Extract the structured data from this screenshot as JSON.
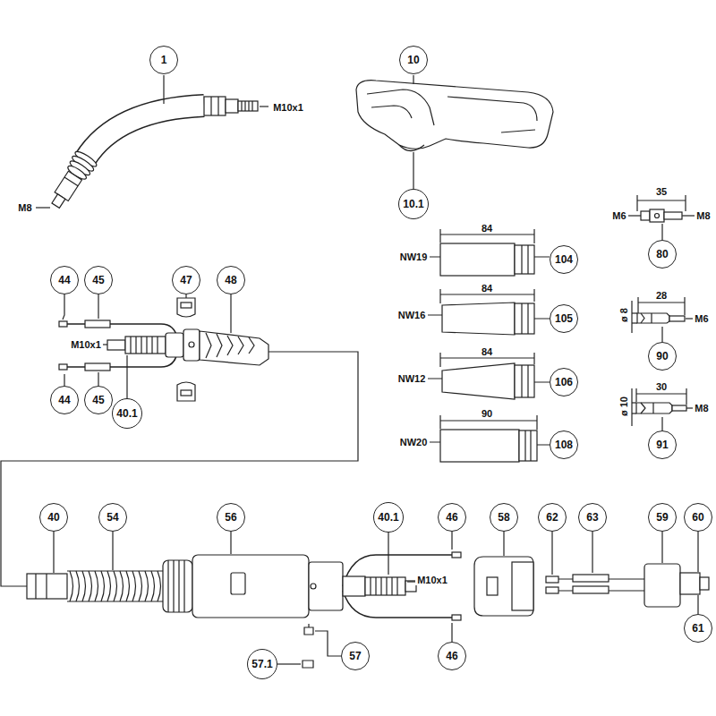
{
  "diagram": {
    "nodes": [
      {
        "text": [
          "1"
        ]
      },
      {
        "text": [
          "10"
        ]
      },
      {
        "text": [
          "10.1"
        ]
      },
      {
        "text": [
          "80"
        ]
      },
      {
        "text": [
          "104"
        ]
      },
      {
        "text": [
          "44"
        ]
      },
      {
        "text": [
          "45"
        ]
      },
      {
        "text": [
          "47"
        ]
      },
      {
        "text": [
          "48"
        ]
      },
      {
        "text": [
          "105"
        ]
      },
      {
        "text": [
          "90"
        ]
      },
      {
        "text": [
          "106"
        ]
      },
      {
        "text": [
          "44"
        ]
      },
      {
        "text": [
          "45"
        ]
      },
      {
        "text": [
          "40.1"
        ]
      },
      {
        "text": [
          "108"
        ]
      },
      {
        "text": [
          "91"
        ]
      },
      {
        "text": [
          "40"
        ]
      },
      {
        "text": [
          "54"
        ]
      },
      {
        "text": [
          "56"
        ]
      },
      {
        "text": [
          "40.1"
        ]
      },
      {
        "text": [
          "46"
        ]
      },
      {
        "text": [
          "58"
        ]
      },
      {
        "text": [
          "62"
        ]
      },
      {
        "text": [
          "63"
        ]
      },
      {
        "text": [
          "59"
        ]
      },
      {
        "text": [
          "60"
        ]
      },
      {
        "text": [
          "61"
        ]
      },
      {
        "text": [
          "57.1"
        ]
      },
      {
        "text": [
          "57"
        ]
      },
      {
        "text": [
          "46"
        ]
      }
    ],
    "labels": [
      "M10x1",
      "M8",
      "35",
      "M6",
      "M8",
      "84",
      "NW19",
      "84",
      "ø 8",
      "28",
      "NW16",
      "M6",
      "M10x1",
      "84",
      "NW12",
      "ø 10",
      "30",
      "M8",
      "90",
      "NW20",
      "M10x1"
    ]
  }
}
